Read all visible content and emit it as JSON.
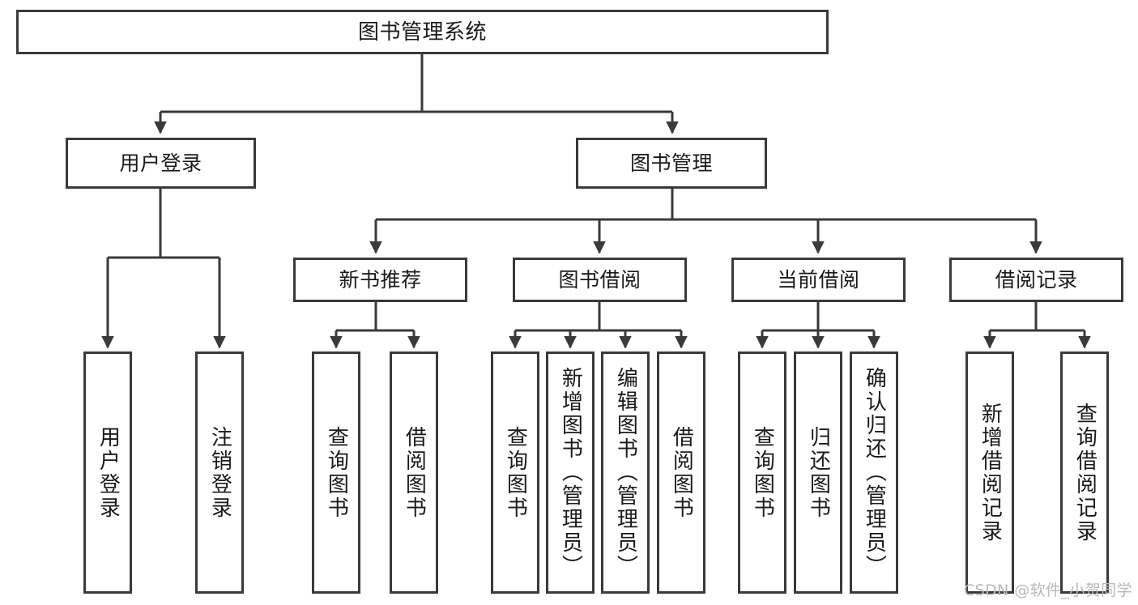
{
  "diagram": {
    "title": "图书管理系统",
    "orientation": "top-down-tree",
    "stroke_color": "#3a3a3a",
    "fill_color": "#ffffff",
    "text_color": "#1a1a1a"
  },
  "nodes": {
    "root": {
      "label": "图书管理系统"
    },
    "level2": [
      {
        "label": "用户登录"
      },
      {
        "label": "图书管理"
      }
    ],
    "level3": [
      {
        "label": "新书推荐"
      },
      {
        "label": "图书借阅"
      },
      {
        "label": "当前借阅"
      },
      {
        "label": "借阅记录"
      }
    ],
    "leaves": {
      "user_login": [
        {
          "label": "用户登录"
        },
        {
          "label": "注销登录"
        }
      ],
      "new_book": [
        {
          "label": "查询图书"
        },
        {
          "label": "借阅图书"
        }
      ],
      "book_borrow": [
        {
          "label": "查询图书"
        },
        {
          "label": "新增图书（管理员）"
        },
        {
          "label": "编辑图书（管理员）"
        },
        {
          "label": "借阅图书"
        }
      ],
      "current_borrow": [
        {
          "label": "查询图书"
        },
        {
          "label": "归还图书"
        },
        {
          "label": "确认归还（管理员）"
        }
      ],
      "borrow_record": [
        {
          "label": "新增借阅记录"
        },
        {
          "label": "查询借阅记录"
        }
      ]
    }
  },
  "watermark": {
    "text": "CSDN @软件_小贺同学"
  }
}
